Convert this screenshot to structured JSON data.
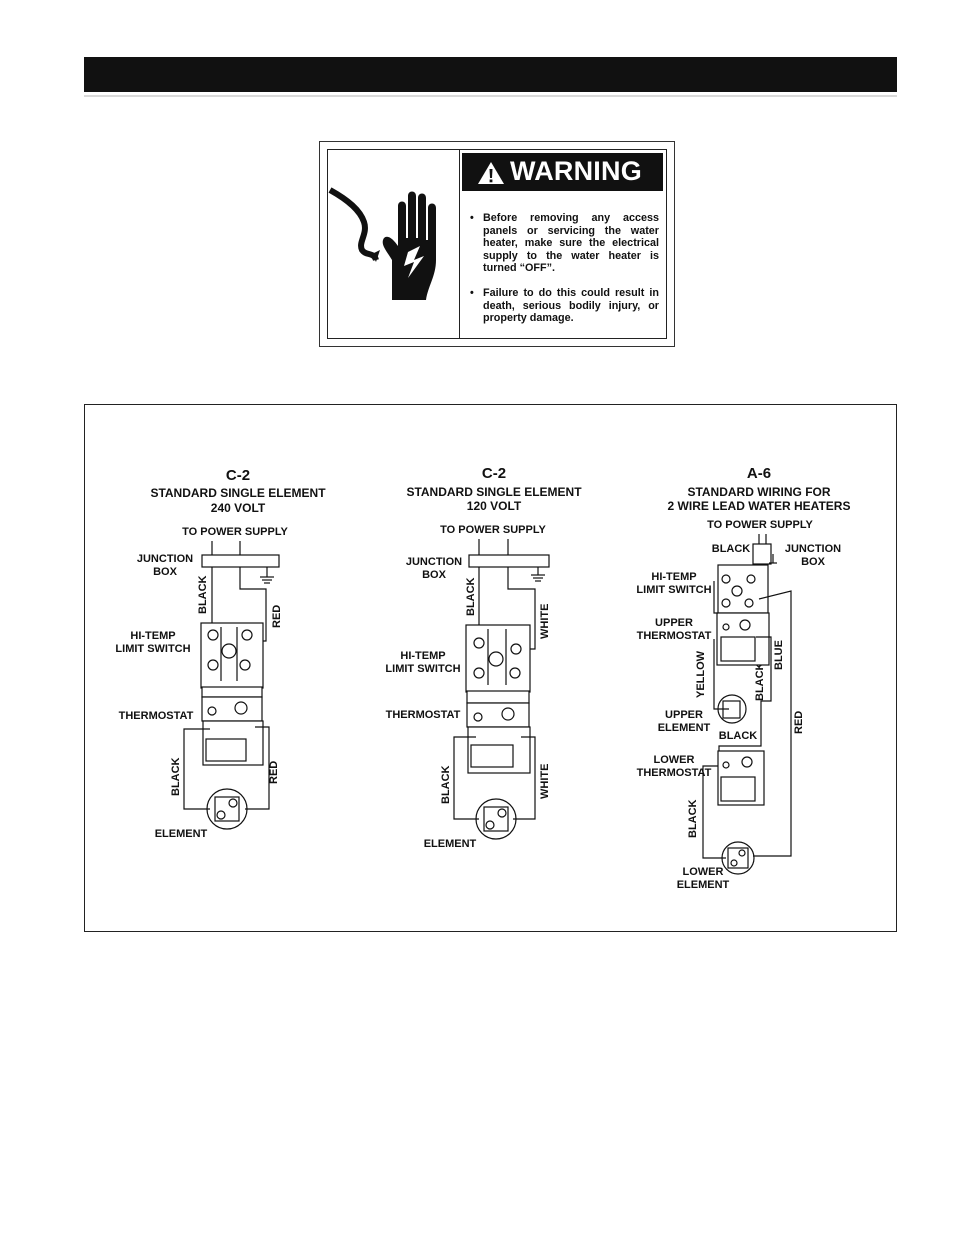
{
  "warning": {
    "title": "WARNING",
    "bullets": [
      "Before removing any access panels or servicing the water heater, make sure the electrical supply to the water heater is turned “OFF”.",
      "Failure to do this could result in death, serious bodily injury, or property damage."
    ]
  },
  "diagrams": [
    {
      "code": "C-2",
      "title_line1": "STANDARD SINGLE ELEMENT",
      "title_line2": "240 VOLT",
      "labels": {
        "power": "TO POWER SUPPLY",
        "junction1": "JUNCTION",
        "junction2": "BOX",
        "hitemp1": "HI-TEMP",
        "hitemp2": "LIMIT SWITCH",
        "thermostat": "THERMOSTAT",
        "element": "ELEMENT",
        "wire_black_top": "BLACK",
        "wire_red_top": "RED",
        "wire_black_bottom": "BLACK",
        "wire_red_bottom": "RED"
      }
    },
    {
      "code": "C-2",
      "title_line1": "STANDARD SINGLE ELEMENT",
      "title_line2": "120 VOLT",
      "labels": {
        "power": "TO POWER SUPPLY",
        "junction1": "JUNCTION",
        "junction2": "BOX",
        "hitemp1": "HI-TEMP",
        "hitemp2": "LIMIT SWITCH",
        "thermostat": "THERMOSTAT",
        "element": "ELEMENT",
        "wire_black_top": "BLACK",
        "wire_white_top": "WHITE",
        "wire_black_bottom": "BLACK",
        "wire_white_bottom": "WHITE"
      }
    },
    {
      "code": "A-6",
      "title_line1": "STANDARD WIRING FOR",
      "title_line2": "2 WIRE LEAD WATER HEATERS",
      "labels": {
        "power": "TO POWER SUPPLY",
        "black_junction": "BLACK",
        "junction1": "JUNCTION",
        "junction2": "BOX",
        "hitemp1": "HI-TEMP",
        "hitemp2": "LIMIT SWITCH",
        "upper_thermo1": "UPPER",
        "upper_thermo2": "THERMOSTAT",
        "upper_elem1": "UPPER",
        "upper_elem2": "ELEMENT",
        "lower_thermo1": "LOWER",
        "lower_thermo2": "THERMOSTAT",
        "lower_elem1": "LOWER",
        "lower_elem2": "ELEMENT",
        "wire_yellow": "YELLOW",
        "wire_blue": "BLUE",
        "wire_black_mid": "BLACK",
        "wire_black_upper_elem": "BLACK",
        "wire_red": "RED",
        "wire_black_lower": "BLACK"
      }
    }
  ]
}
